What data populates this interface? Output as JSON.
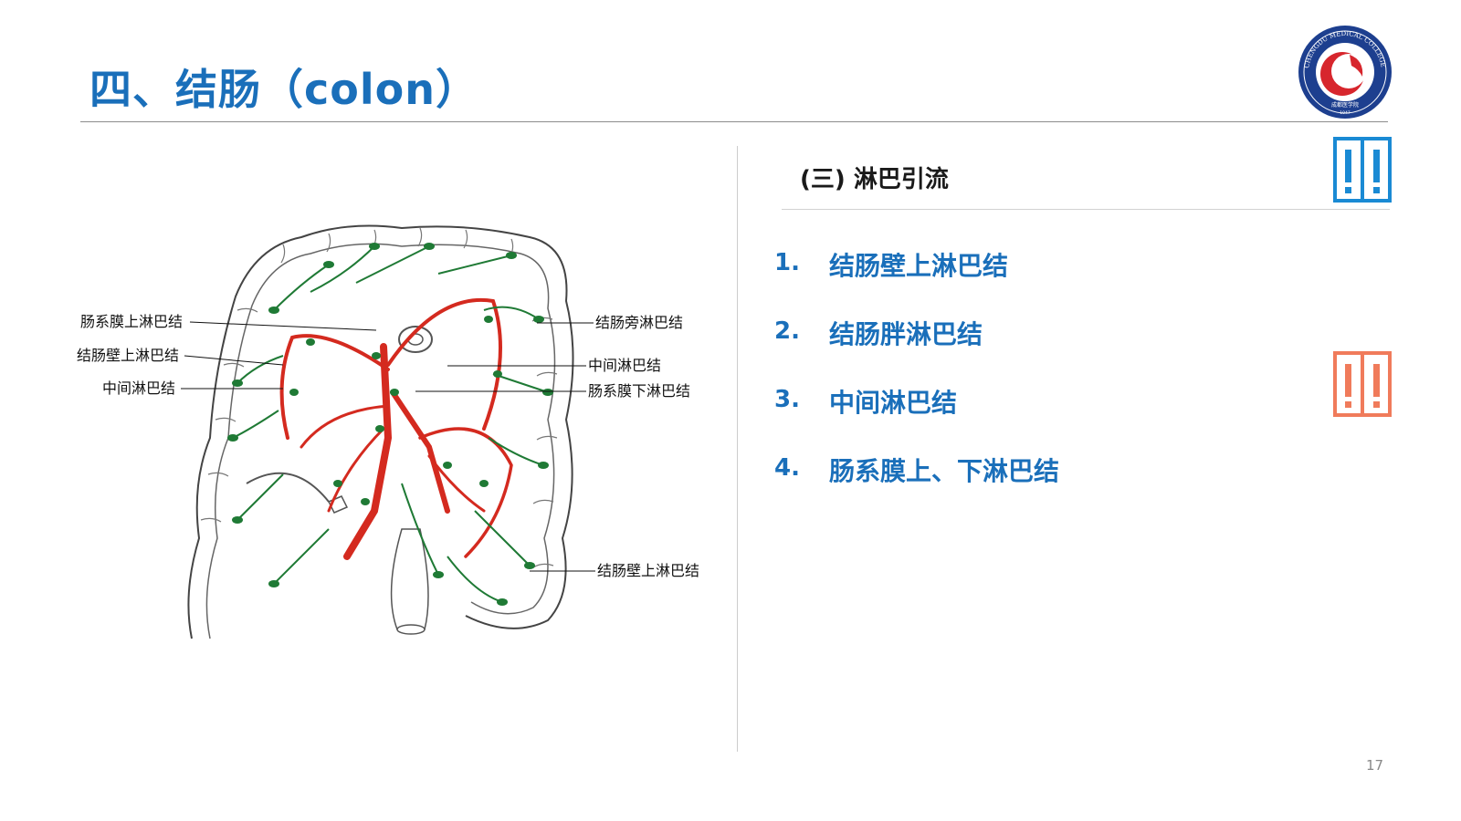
{
  "slide": {
    "title": "四、结肠（colon）",
    "page_number": "17"
  },
  "logo": {
    "ring_text": "CHENGDU MEDICAL COLLEGE",
    "chinese_name": "成都医学院",
    "year": "1947",
    "colors": {
      "ring": "#1d3f8f",
      "red": "#d7262d",
      "inner": "#ffffff"
    }
  },
  "section": {
    "heading": "(三) 淋巴引流",
    "items": [
      {
        "number": "1.",
        "text": "结肠壁上淋巴结"
      },
      {
        "number": "2.",
        "text": "结肠胖淋巴结"
      },
      {
        "number": "3.",
        "text": "中间淋巴结"
      },
      {
        "number": "4.",
        "text": "肠系膜上、下淋巴结"
      }
    ]
  },
  "figure": {
    "labels_left": [
      "肠系膜上淋巴结",
      "结肠壁上淋巴结",
      "中间淋巴结"
    ],
    "labels_right": [
      "结肠旁淋巴结",
      "中间淋巴结",
      "肠系膜下淋巴结",
      "结肠壁上淋巴结"
    ]
  },
  "colors": {
    "title_blue": "#1a6fba",
    "deco_blue": "#1a8ad4",
    "deco_orange": "#f07b5b",
    "artery_red": "#d42a1f",
    "lymph_green": "#1f7a35"
  },
  "icons": {
    "decor_top": "exclamation-double-icon",
    "decor_bottom": "exclamation-double-icon"
  }
}
